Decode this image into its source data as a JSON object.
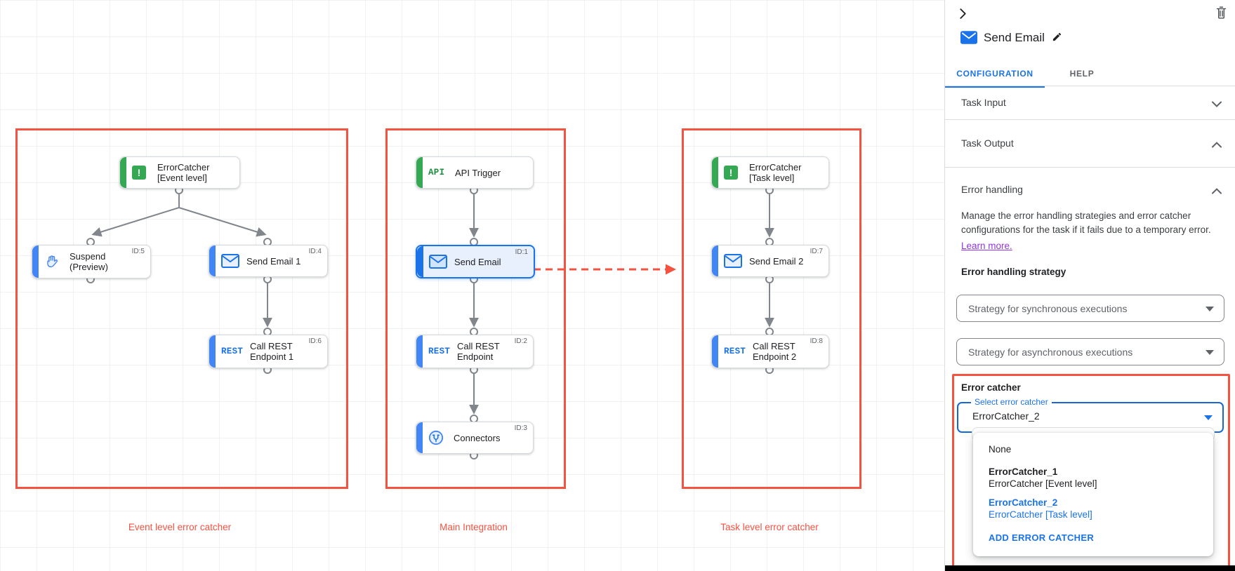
{
  "colors": {
    "accent_blue": "#1a73e8",
    "node_blue": "#4285f4",
    "green": "#34a853",
    "red_annotation": "#f45341",
    "red_dot": "#d93025",
    "link_purple": "#9334e6"
  },
  "canvas": {
    "icon_api": "API",
    "icon_rest": "REST",
    "groups": {
      "event": {
        "label": "Event level error catcher"
      },
      "main": {
        "label": "Main Integration"
      },
      "task": {
        "label": "Task level error catcher"
      }
    },
    "nodes": {
      "ec_event": {
        "line1": "ErrorCatcher",
        "line2": "[Event level]"
      },
      "suspend": {
        "line1": "Suspend",
        "line2": "(Preview)",
        "id": "ID:5"
      },
      "send_email_1": {
        "line1": "Send Email 1",
        "id": "ID:4"
      },
      "call_rest_1": {
        "line1": "Call REST",
        "line2": "Endpoint 1",
        "id": "ID:6"
      },
      "api_trigger": {
        "line1": "API Trigger"
      },
      "send_email": {
        "line1": "Send Email",
        "id": "ID:1"
      },
      "call_rest": {
        "line1": "Call REST",
        "line2": "Endpoint",
        "id": "ID:2"
      },
      "connectors": {
        "line1": "Connectors",
        "id": "ID:3"
      },
      "ec_task": {
        "line1": "ErrorCatcher",
        "line2": "[Task level]"
      },
      "send_email_2": {
        "line1": "Send Email 2",
        "id": "ID:7"
      },
      "call_rest_2": {
        "line1": "Call REST",
        "line2": "Endpoint 2",
        "id": "ID:8"
      }
    }
  },
  "panel": {
    "title": "Send Email",
    "tabs": {
      "configuration": "CONFIGURATION",
      "help": "HELP"
    },
    "sections": {
      "task_input": "Task Input",
      "task_output": "Task Output",
      "error_handling": "Error handling"
    },
    "error_handling": {
      "description": "Manage the error handling strategies and error catcher configurations for the task if it fails due to a temporary error.",
      "learn_more": "Learn more.",
      "strategy_label": "Error handling strategy",
      "sync_dropdown": "Strategy for synchronous executions",
      "async_dropdown": "Strategy for asynchronous executions",
      "error_catcher_label": "Error catcher",
      "select_label": "Select error catcher",
      "select_value": "ErrorCatcher_2",
      "menu": {
        "none": "None",
        "option1_name": "ErrorCatcher_1",
        "option1_desc": "ErrorCatcher [Event level]",
        "option2_name": "ErrorCatcher_2",
        "option2_desc": "ErrorCatcher [Task level]",
        "add": "ADD ERROR CATCHER"
      }
    }
  }
}
